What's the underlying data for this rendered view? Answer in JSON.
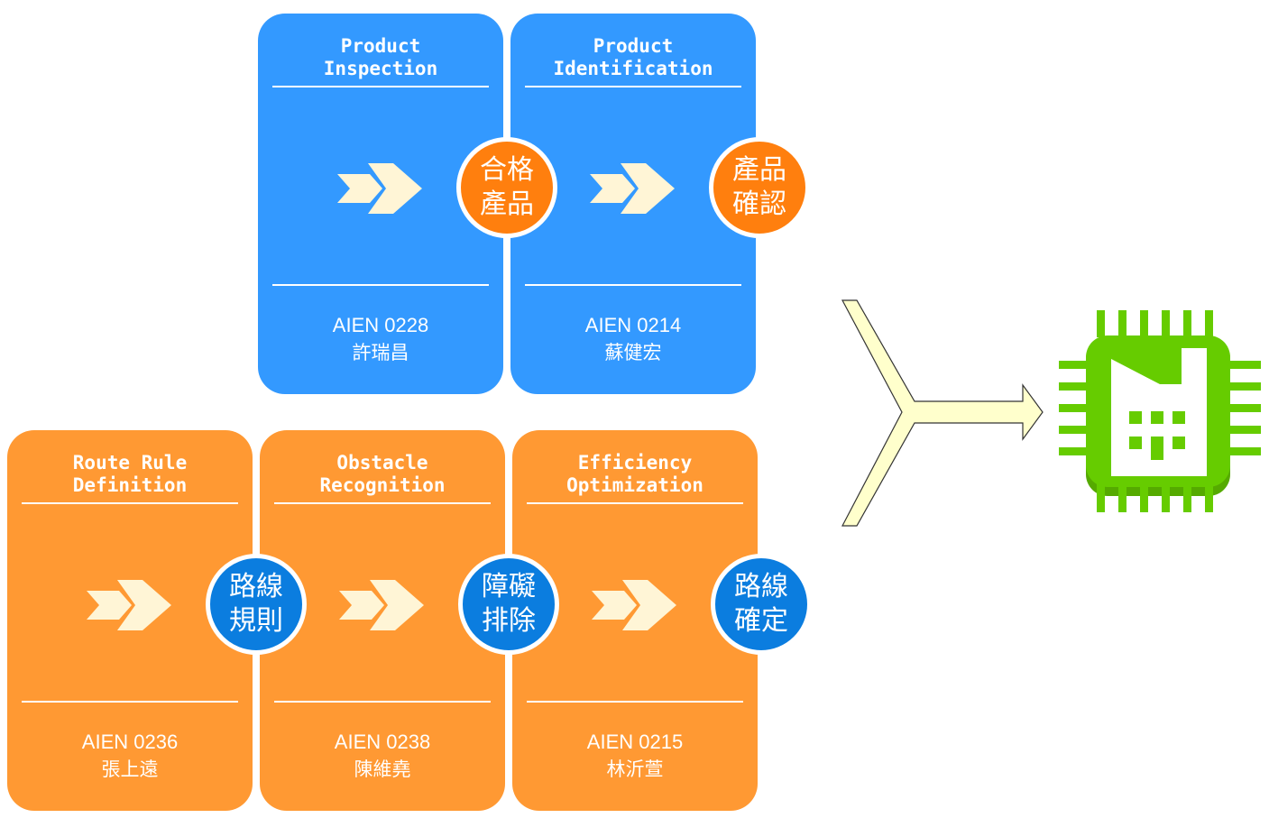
{
  "top_row": [
    {
      "title": "Product\nInspection",
      "code": "AIEN 0228",
      "name": "許瑞昌",
      "badge": "合格\n產品"
    },
    {
      "title": "Product\nIdentification",
      "code": "AIEN 0214",
      "name": "蘇健宏",
      "badge": "產品\n確認"
    }
  ],
  "bottom_row": [
    {
      "title": "Route Rule\nDefinition",
      "code": "AIEN 0236",
      "name": "張上遠",
      "badge": "路線\n規則"
    },
    {
      "title": "Obstacle\nRecognition",
      "code": "AIEN 0238",
      "name": "陳維堯",
      "badge": "障礙\n排除"
    },
    {
      "title": "Efficiency\nOptimization",
      "code": "AIEN 0215",
      "name": "林沂萱",
      "badge": "路線\n確定"
    }
  ],
  "colors": {
    "top_card": "#3399ff",
    "bottom_card": "#ff9933",
    "top_badge": "#ff7f0e",
    "bottom_badge": "#0b7ddf",
    "chevron": "#fff5d6",
    "merge_arrow": "#ffffcc",
    "factory_chip": "#66cc00"
  },
  "icons": {
    "flow": "chevron-arrow-icon",
    "merge": "merge-arrow-icon",
    "target": "factory-chip-icon"
  }
}
